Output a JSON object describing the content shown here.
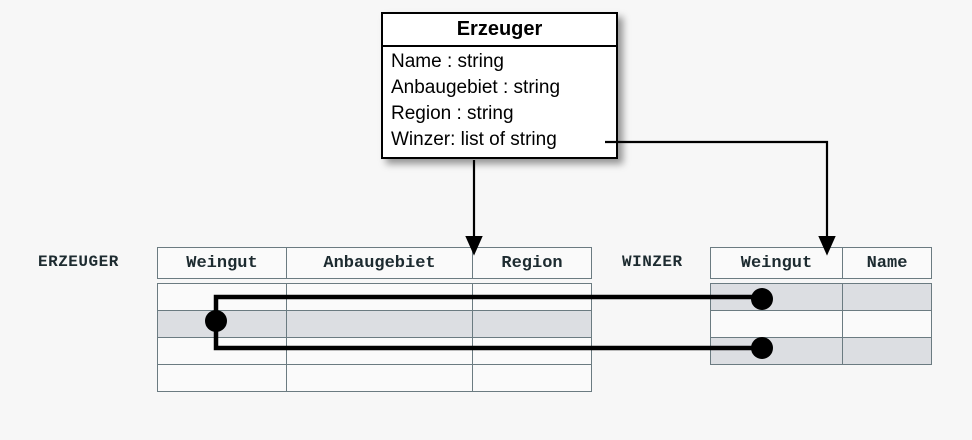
{
  "diagram": {
    "uml_class": {
      "name": "Erzeuger",
      "attributes": [
        "Name : string",
        "Anbaugebiet : string",
        "Region : string",
        "Winzer: list of string"
      ]
    },
    "tables": [
      {
        "label": "ERZEUGER",
        "columns": [
          "Weingut",
          "Anbaugebiet",
          "Region"
        ],
        "body_rows": 4,
        "shaded_rows": [
          2
        ],
        "rows": [
          [
            "",
            "",
            ""
          ],
          [
            "",
            "",
            ""
          ],
          [
            "",
            "",
            ""
          ],
          [
            "",
            "",
            ""
          ]
        ]
      },
      {
        "label": "WINZER",
        "columns": [
          "Weingut",
          "Name"
        ],
        "body_rows": 3,
        "shaded_rows": [
          1,
          3
        ],
        "rows": [
          [
            "",
            ""
          ],
          [
            "",
            ""
          ],
          [
            "",
            ""
          ]
        ]
      }
    ],
    "mappings": [
      {
        "from": "Erzeuger",
        "to": "ERZEUGER.Weingut",
        "style": "arrow"
      },
      {
        "from": "Winzer: list of string",
        "to": "WINZER.Weingut",
        "style": "arrow"
      },
      {
        "from": "ERZEUGER row 2",
        "to": "WINZER row 1",
        "style": "line-with-dots"
      },
      {
        "from": "ERZEUGER row 2",
        "to": "WINZER row 3",
        "style": "line-with-dots"
      }
    ],
    "colors": {
      "background": "#f7f7f7",
      "table_border": "#6b7b81",
      "row_shade": "#dcdee2",
      "box_border": "#000000",
      "connector": "#000000",
      "text": "#1d2b30"
    }
  }
}
